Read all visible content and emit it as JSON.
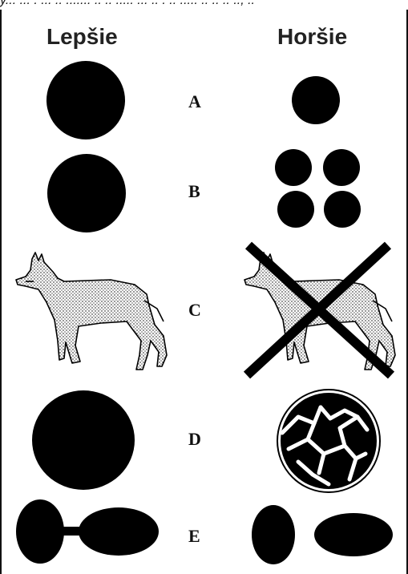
{
  "header_fragment": "y... ... . ... .. ....... .. .. ..... ... .. . .. ..... .. ..  .. .., ..",
  "columns": {
    "left_title": "Lepšie",
    "right_title": "Horšie"
  },
  "rows": [
    {
      "letter": "A"
    },
    {
      "letter": "B"
    },
    {
      "letter": "C"
    },
    {
      "letter": "D"
    },
    {
      "letter": "E"
    }
  ],
  "colors": {
    "ink": "#000000",
    "paper": "#ffffff",
    "title": "#222222"
  }
}
